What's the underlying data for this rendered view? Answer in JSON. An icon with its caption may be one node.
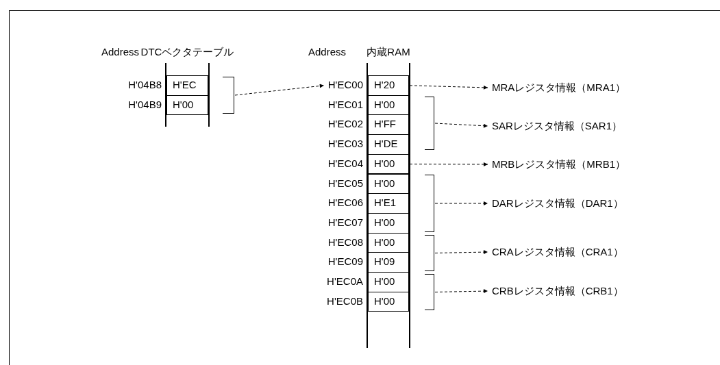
{
  "diagram": {
    "nodes": [
      {
        "text": [
          "DTCベクタテーブル"
        ]
      },
      {
        "text": [
          "H'EC"
        ],
        "in": 0,
        "beside": [
          "H'04B8"
        ]
      },
      {
        "text": [
          "H'00"
        ],
        "in": 0,
        "beside": [
          "H'04B9"
        ]
      },
      {
        "text": [
          "内蔵RAM"
        ]
      },
      {
        "text": [
          "H'20"
        ],
        "in": 3,
        "beside": [
          "H'EC00"
        ]
      },
      {
        "text": [
          "H'00"
        ],
        "in": 3,
        "beside": [
          "H'EC01"
        ]
      },
      {
        "text": [
          "H'FF"
        ],
        "in": 3,
        "beside": [
          "H'EC02"
        ]
      },
      {
        "text": [
          "H'DE"
        ],
        "in": 3,
        "beside": [
          "H'EC03"
        ]
      },
      {
        "text": [
          "H'00"
        ],
        "in": 3,
        "beside": [
          "H'EC04"
        ]
      },
      {
        "text": [
          "H'00"
        ],
        "in": 3,
        "beside": [
          "H'EC05"
        ]
      },
      {
        "text": [
          "H'E1"
        ],
        "in": 3,
        "beside": [
          "H'EC06"
        ]
      },
      {
        "text": [
          "H'00"
        ],
        "in": 3,
        "beside": [
          "H'EC07"
        ]
      },
      {
        "text": [
          "H'00"
        ],
        "in": 3,
        "beside": [
          "H'EC08"
        ]
      },
      {
        "text": [
          "H'09"
        ],
        "in": 3,
        "beside": [
          "H'EC09"
        ]
      },
      {
        "text": [
          "H'00"
        ],
        "in": 3,
        "beside": [
          "H'EC0A"
        ]
      },
      {
        "text": [
          "H'00"
        ],
        "in": 3,
        "beside": [
          "H'EC0B"
        ]
      },
      {
        "text": [],
        "shape": "bracket"
      },
      {
        "text": [],
        "shape": "bracket"
      },
      {
        "text": [],
        "shape": "bracket"
      },
      {
        "text": [],
        "shape": "bracket"
      },
      {
        "text": [],
        "shape": "bracket"
      },
      {
        "text": [
          "MRAレジスタ情報（MRA1）"
        ]
      },
      {
        "text": [
          "SARレジスタ情報（SAR1）"
        ]
      },
      {
        "text": [
          "MRBレジスタ情報（MRB1）"
        ]
      },
      {
        "text": [
          "DARレジスタ情報（DAR1）"
        ]
      },
      {
        "text": [
          "CRAレジスタ情報（CRA1）"
        ]
      },
      {
        "text": [
          "CRBレジスタ情報（CRB1）"
        ]
      }
    ],
    "edges": [
      {
        "from": 16,
        "to": 4,
        "arrow": "to",
        "style": "dashed"
      },
      {
        "from": 4,
        "to": 21,
        "arrow": "to",
        "style": "dashed"
      },
      {
        "from": 17,
        "to": 22,
        "arrow": "to",
        "style": "dashed"
      },
      {
        "from": 8,
        "to": 23,
        "arrow": "to",
        "style": "dashed"
      },
      {
        "from": 18,
        "to": 24,
        "arrow": "to",
        "style": "dashed"
      },
      {
        "from": 19,
        "to": 25,
        "arrow": "to",
        "style": "dashed"
      },
      {
        "from": 20,
        "to": 26,
        "arrow": "to",
        "style": "dashed"
      }
    ],
    "labels": [
      "Address",
      "Address"
    ]
  }
}
